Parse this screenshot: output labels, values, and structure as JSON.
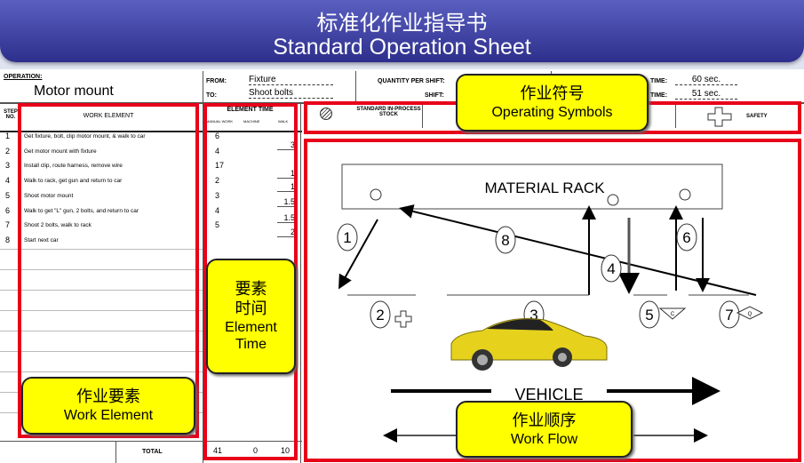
{
  "header": {
    "title_cn": "标准化作业指导书",
    "title_en": "Standard Operation Sheet"
  },
  "sheet": {
    "operation_label": "OPERATION:",
    "operation": "Motor mount",
    "from_label": "FROM:",
    "from": "Fixture",
    "to_label": "TO:",
    "to": "Shoot bolts",
    "qty_label": "QUANTITY PER SHIFT:",
    "shift_label": "SHIFT:",
    "time1_label": "TIME:",
    "time1": "60 sec.",
    "time2_label": "TIME:",
    "time2": "51 sec.",
    "step_header": "STEP NO.",
    "work_element_header": "WORK ELEMENT",
    "element_time_header": "ELEMENT TIME",
    "col_manual": "MANUAL WORK",
    "col_machine": "MACHINE",
    "col_walk": "WALK",
    "steps": [
      {
        "no": "1",
        "text": "Get fixture, bolt, clip motor mount, & walk to car",
        "manual": "6"
      },
      {
        "no": "2",
        "text": "Get motor mount with fixture",
        "manual": "4"
      },
      {
        "no": "3",
        "text": "Install clip, route harness, remove wire",
        "manual": "17"
      },
      {
        "no": "4",
        "text": "Walk to rack, get gun and return to car",
        "manual": "2"
      },
      {
        "no": "5",
        "text": "Shoot motor mount",
        "manual": "3"
      },
      {
        "no": "6",
        "text": "Walk to get \"L\" gun, 2 bolts, and return to car",
        "manual": "4"
      },
      {
        "no": "7",
        "text": "Shoot 2 bolts, walk to rack",
        "manual": "5"
      },
      {
        "no": "8",
        "text": "Start next car",
        "manual": ""
      }
    ],
    "walk_times": [
      "3",
      "1",
      "1",
      "1.5",
      "1.5",
      "2"
    ],
    "total_label": "TOTAL",
    "total_manual": "41",
    "total_machine": "0",
    "total_walk": "10",
    "symbols": [
      {
        "icon": "hatched-circle",
        "label": "STANDARD IN-PROCESS STOCK"
      },
      {
        "icon": "cross",
        "label": "SAFETY"
      }
    ]
  },
  "diagram": {
    "rack_label": "MATERIAL RACK",
    "vehicle_label": "VEHICLE",
    "steps": [
      "1",
      "2",
      "3",
      "4",
      "5",
      "6",
      "7",
      "8"
    ],
    "check_c": "C",
    "check_q": "Q"
  },
  "callouts": {
    "symbols": {
      "cn": "作业符号",
      "en": "Operating Symbols"
    },
    "element_time": {
      "cn": "要素\n时间",
      "cn1": "要素",
      "cn2": "时间",
      "en1": "Element",
      "en2": "Time"
    },
    "work_element": {
      "cn": "作业要素",
      "en": "Work Element"
    },
    "work_flow": {
      "cn": "作业顺序",
      "en": "Work Flow"
    }
  },
  "colors": {
    "header": "#2e2f8c",
    "highlight": "#e8001a",
    "callout": "#ffff00"
  }
}
